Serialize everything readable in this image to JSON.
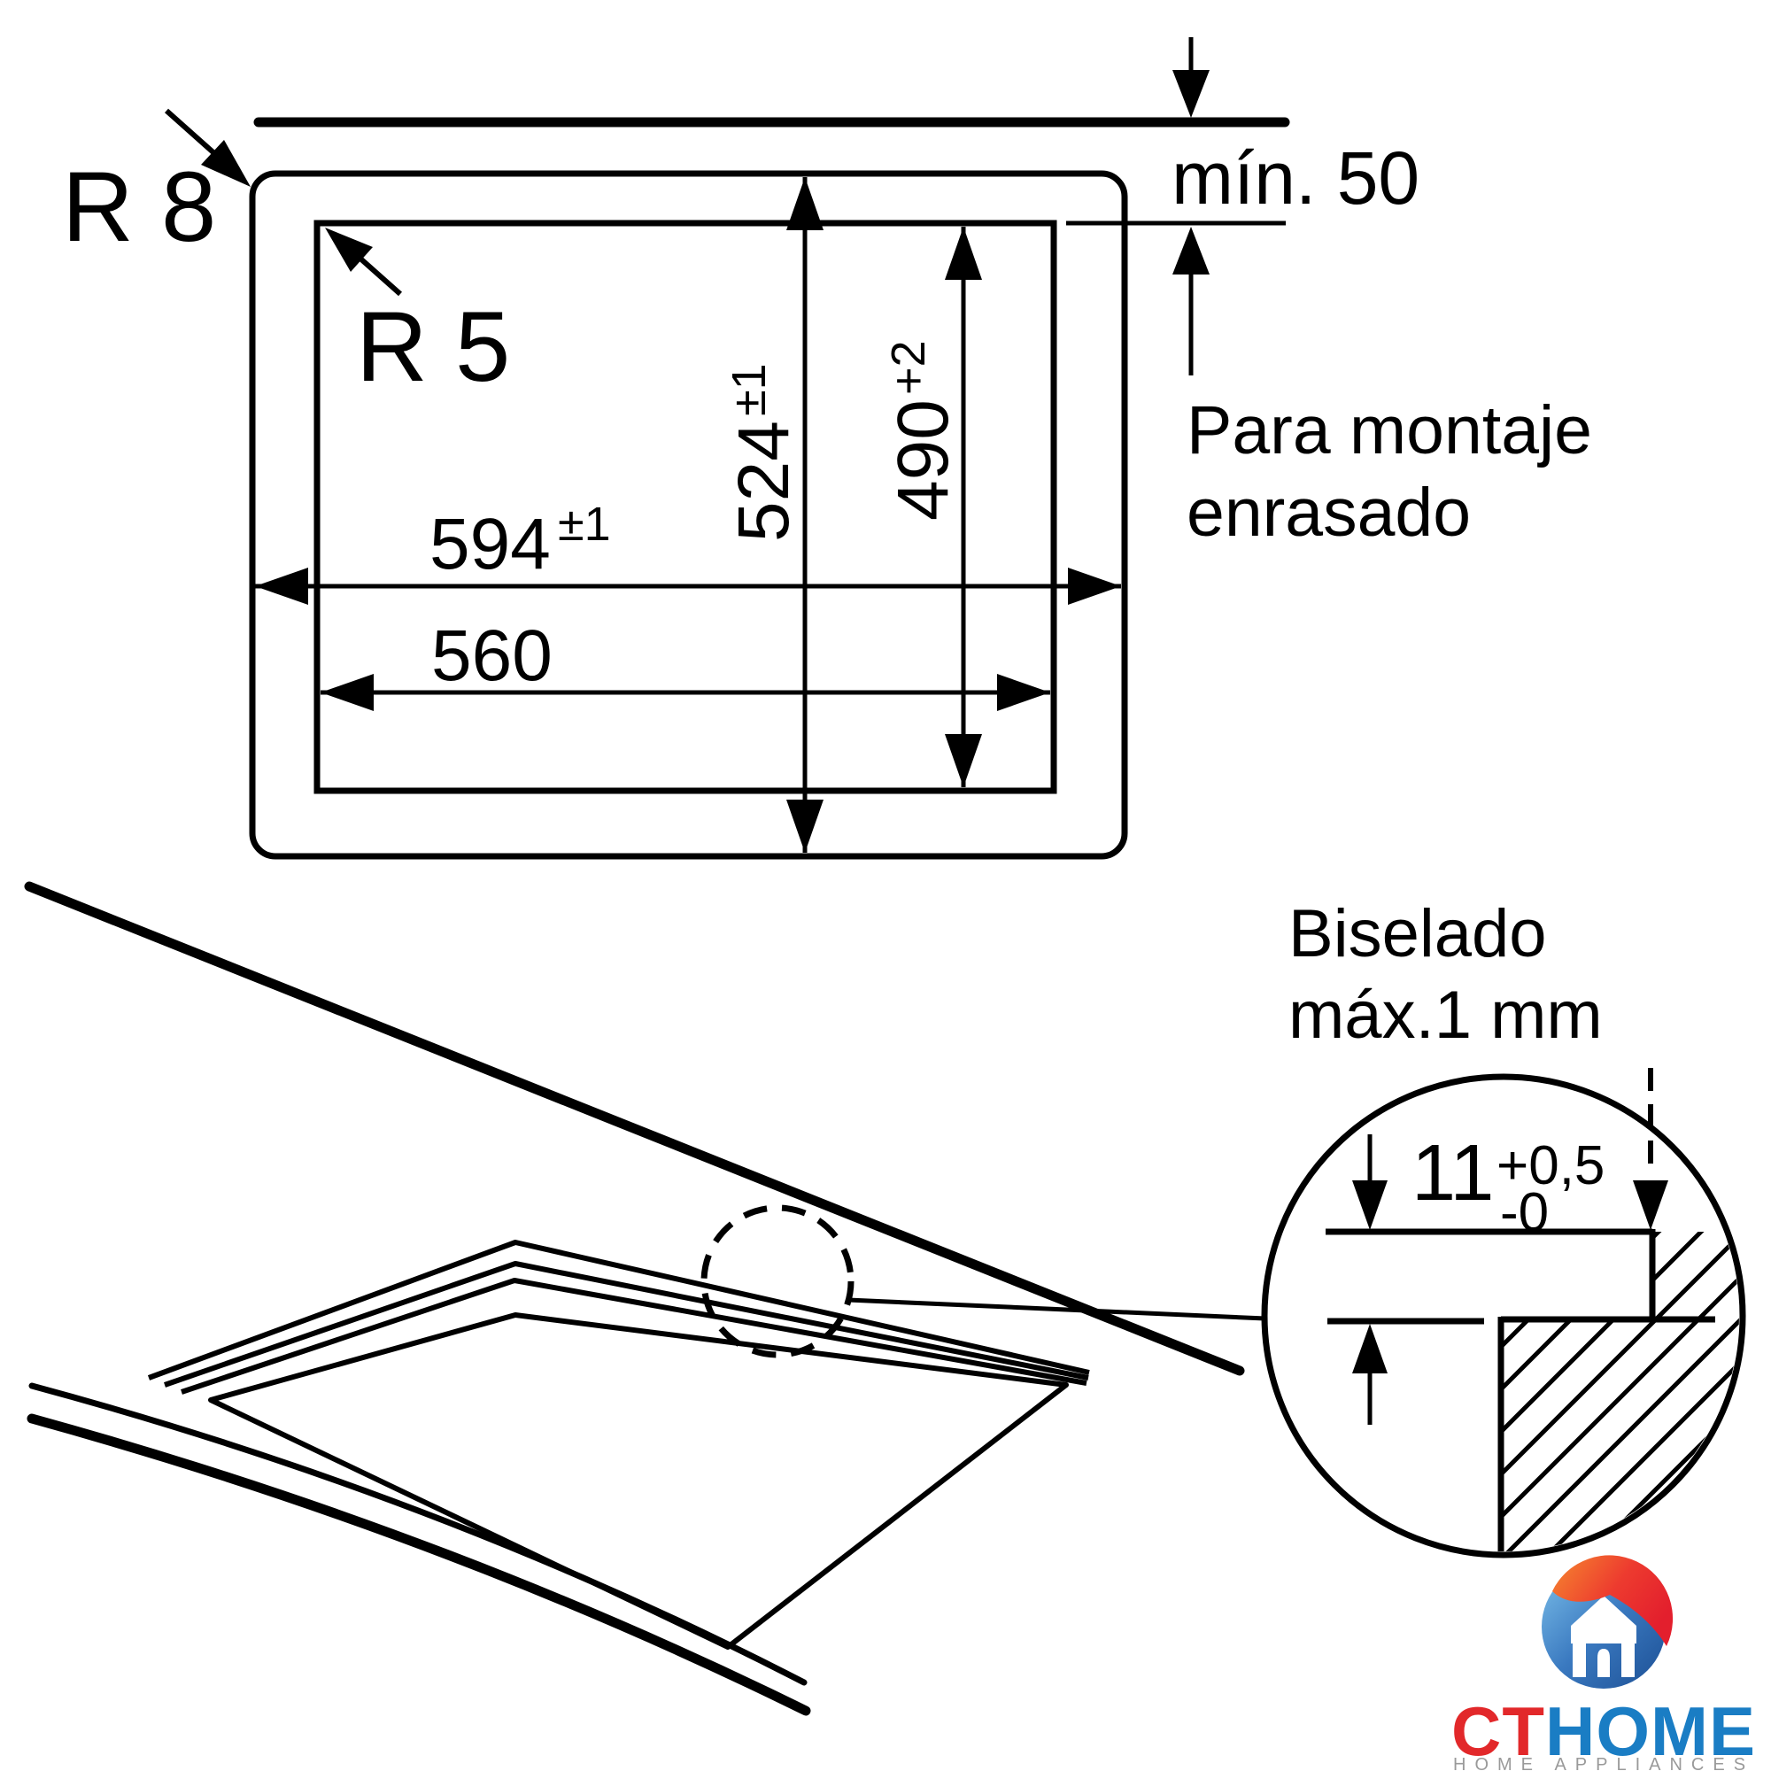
{
  "colors": {
    "ink": "#000000",
    "background": "#ffffff",
    "logo_red": "#e2282a",
    "logo_blue": "#1a7dc4",
    "logo_orange": "#f6882f",
    "logo_deep_blue": "#1c4f94",
    "tagline_gray": "#9a9a9a"
  },
  "top_diagram": {
    "corner_radius_outer": "R 8",
    "corner_radius_inner": "R 5",
    "min_clearance": "mín. 50",
    "note_line1": "Para montaje",
    "note_line2": "enrasado",
    "width_outer": "594",
    "width_outer_tol": "±1",
    "width_inner": "560",
    "height_outer": "524",
    "height_outer_tol": "±1",
    "height_inner": "490",
    "height_inner_tol": "+2"
  },
  "detail_view": {
    "label_line1": "Biselado",
    "label_line2": "máx.1 mm",
    "depth": "11",
    "depth_tol_plus": "+0,5",
    "depth_tol_minus": "-0"
  },
  "logo": {
    "brand_part1": "CT",
    "brand_part2": "HOME",
    "tagline": "HOME APPLIANCES"
  }
}
